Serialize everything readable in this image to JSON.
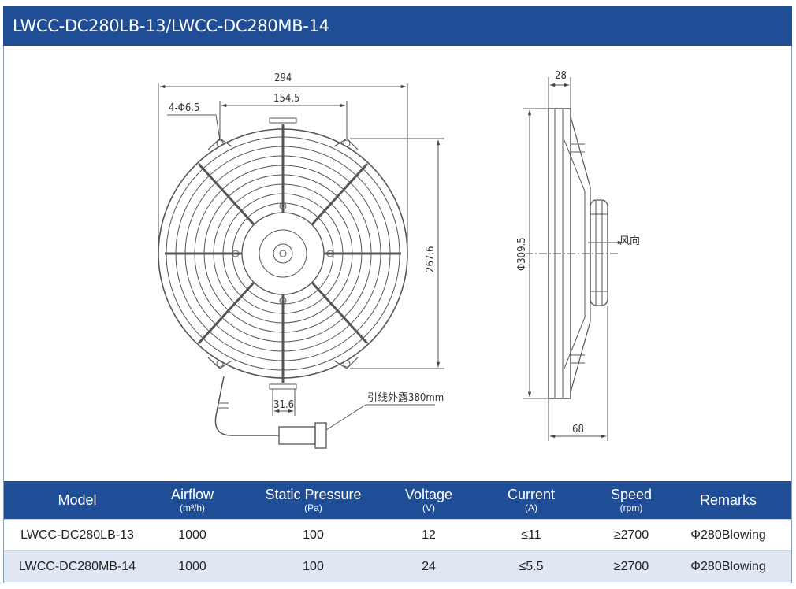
{
  "title": "LWCC-DC280LB-13/LWCC-DC280MB-14",
  "drawing": {
    "front_view": {
      "overall_width": "294",
      "hole_spacing": "154.5",
      "holes_note": "4-Φ6.5",
      "height": "267.6",
      "connector_width": "31.6",
      "lead_note": "引线外露380mm"
    },
    "side_view": {
      "depth_top": "28",
      "diameter": "Φ309.5",
      "depth_bottom": "68",
      "airflow_direction": "风向"
    }
  },
  "table": {
    "headers": [
      {
        "label": "Model",
        "unit": ""
      },
      {
        "label": "Airflow",
        "unit": "(m³/h)"
      },
      {
        "label": "Static Pressure",
        "unit": "(Pa)"
      },
      {
        "label": "Voltage",
        "unit": "(V)"
      },
      {
        "label": "Current",
        "unit": "(A)"
      },
      {
        "label": "Speed",
        "unit": "(rpm)"
      },
      {
        "label": "Remarks",
        "unit": ""
      }
    ],
    "rows": [
      [
        "LWCC-DC280LB-13",
        "1000",
        "100",
        "12",
        "≤11",
        "≥2700",
        "Φ280Blowing"
      ],
      [
        "LWCC-DC280MB-14",
        "1000",
        "100",
        "24",
        "≤5.5",
        "≥2700",
        "Φ280Blowing"
      ]
    ]
  },
  "colors": {
    "header_bg": "#1f4e97",
    "alt_row_bg": "#dfe7f3"
  }
}
